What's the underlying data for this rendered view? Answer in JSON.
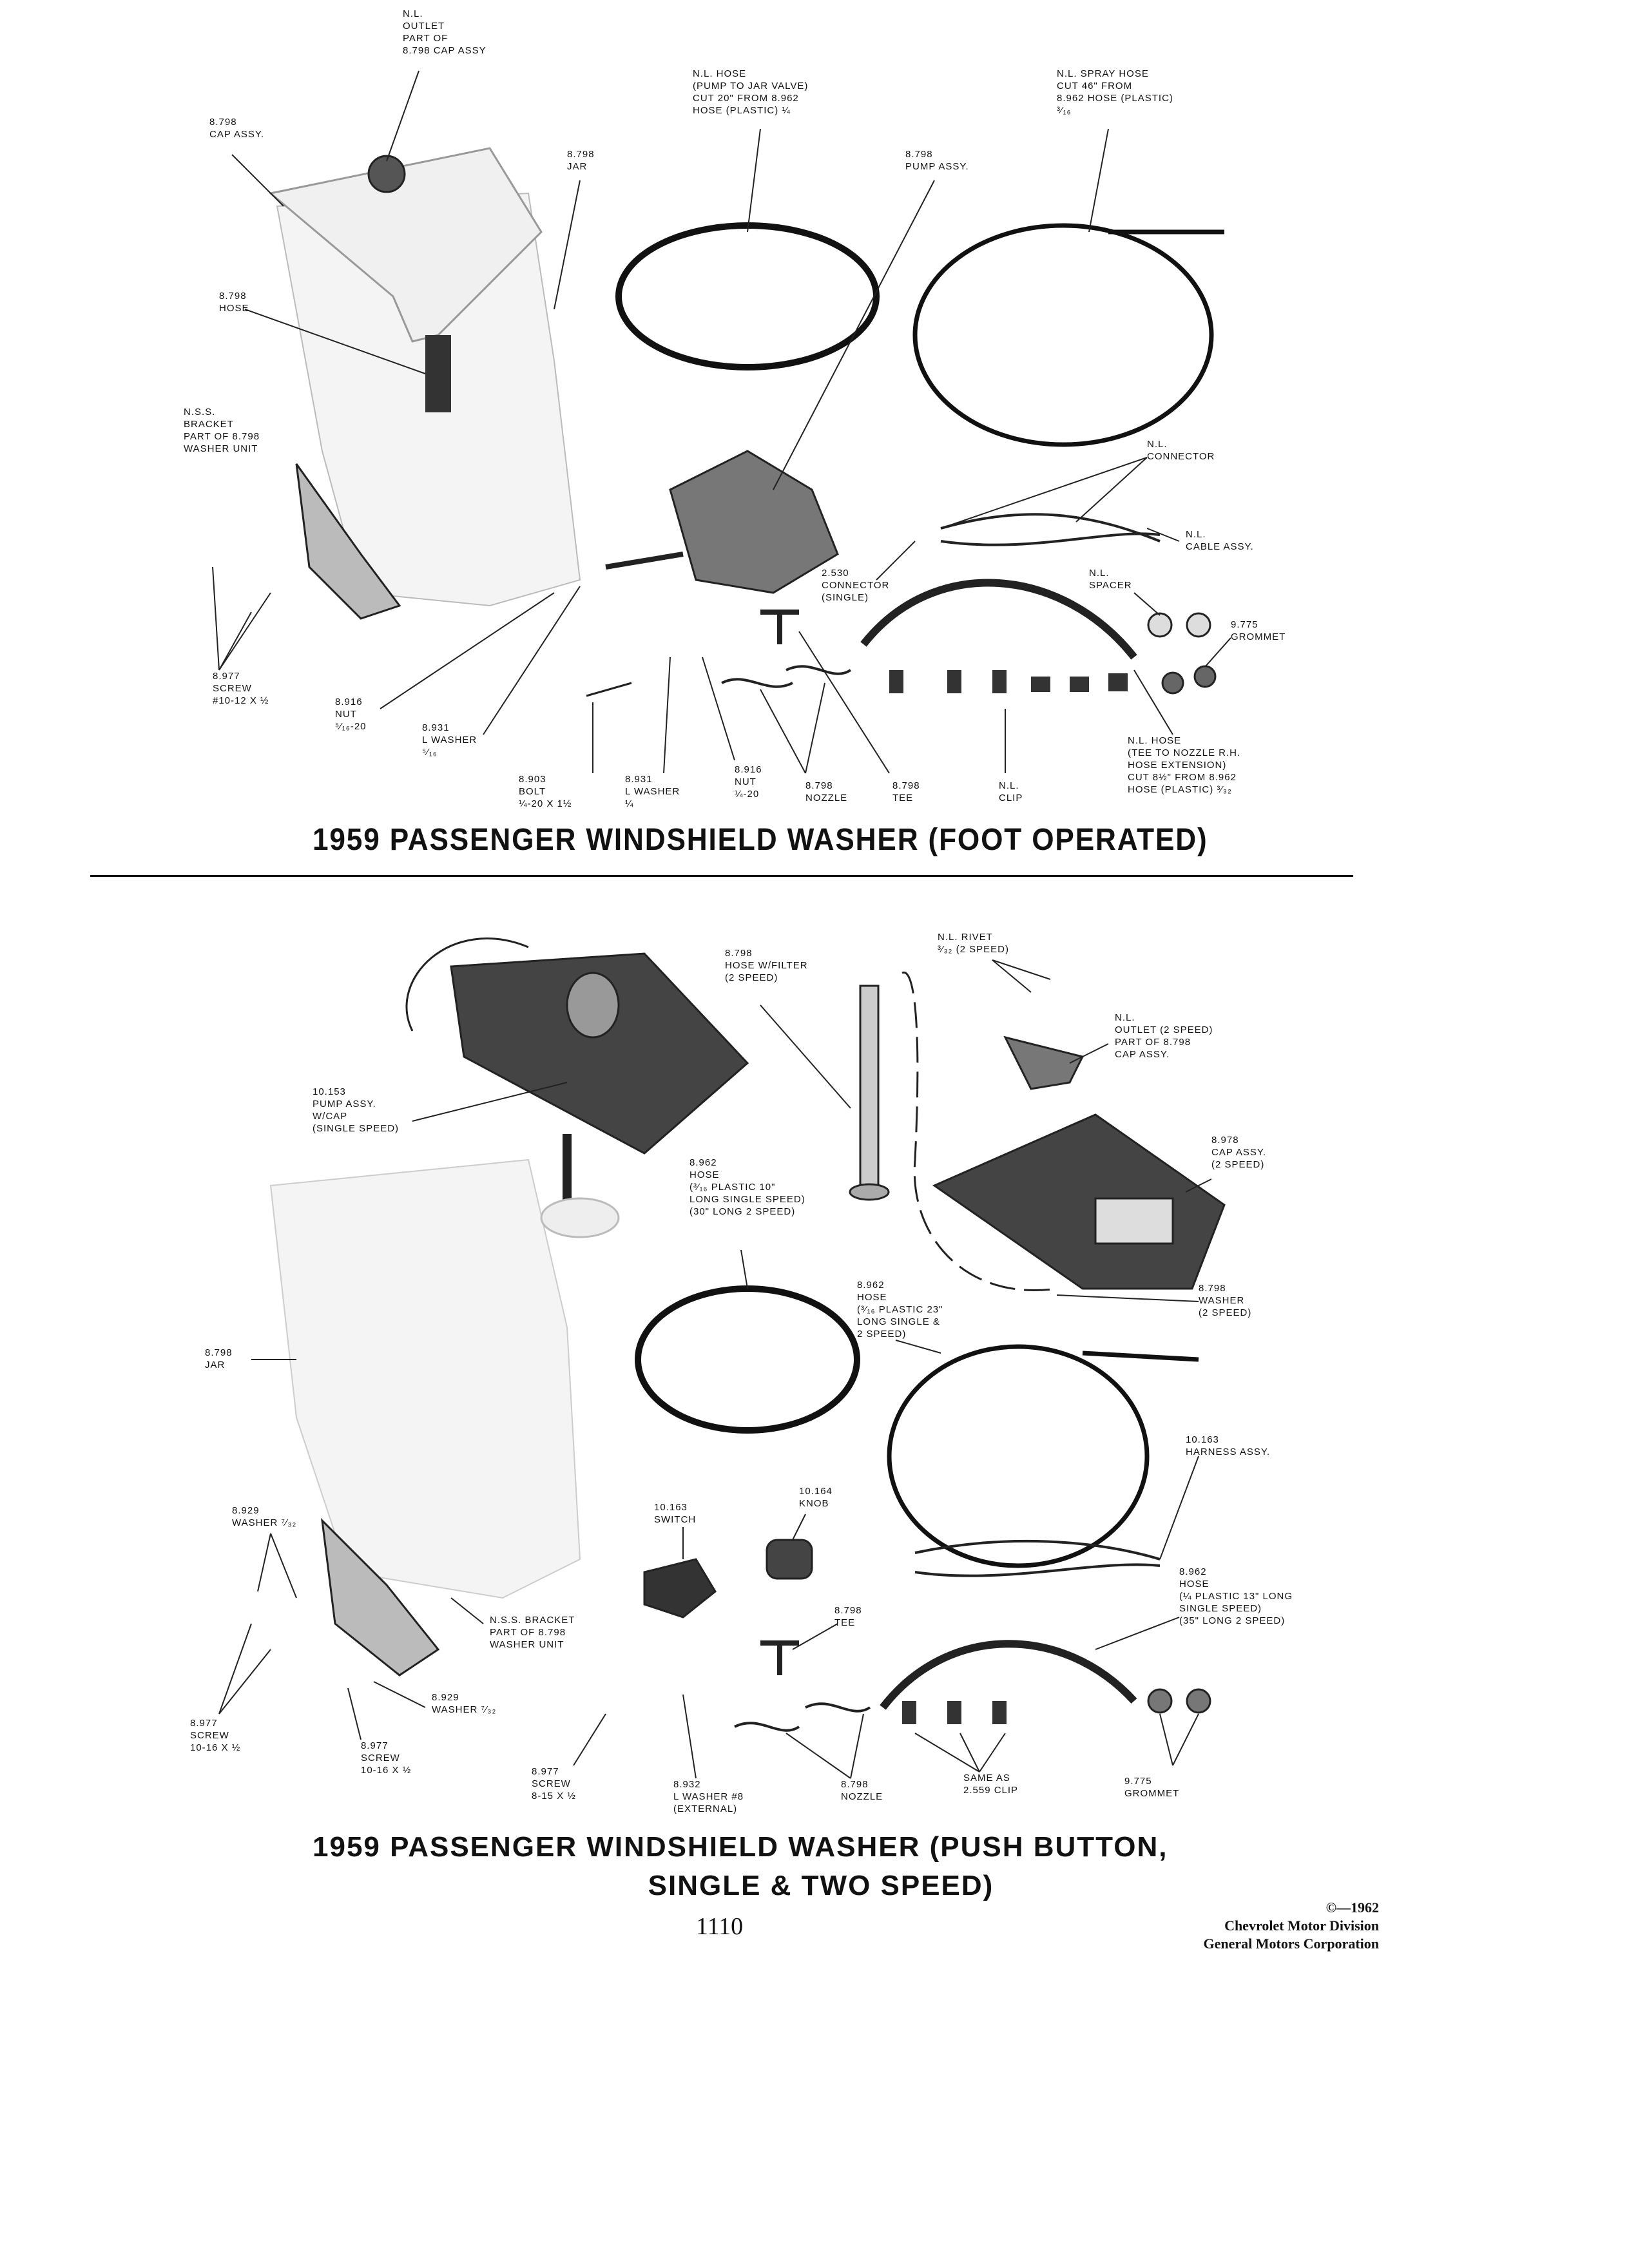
{
  "section1": {
    "title": "1959 PASSENGER WINDSHIELD WASHER (FOOT OPERATED)",
    "callouts": {
      "outlet": "N.L.\nOUTLET\nPART OF\n8.798 CAP ASSY",
      "cap_assy": "8.798\nCAP ASSY.",
      "jar": "8.798\nJAR",
      "hose_pump_jar": "N.L. HOSE\n(PUMP TO JAR VALVE)\nCUT 20\" FROM 8.962\nHOSE (PLASTIC) ¼",
      "spray_hose": "N.L. SPRAY HOSE\nCUT 46\" FROM\n8.962 HOSE (PLASTIC)\n³⁄₁₆",
      "pump_assy": "8.798\nPUMP ASSY.",
      "hose": "8.798\nHOSE",
      "bracket": "N.S.S.\nBRACKET\nPART OF 8.798\nWASHER UNIT",
      "connector_nl": "N.L.\nCONNECTOR",
      "cable_assy": "N.L.\nCABLE ASSY.",
      "connector_single": "2.530\nCONNECTOR\n(SINGLE)",
      "spacer": "N.L.\nSPACER",
      "grommet": "9.775\nGROMMET",
      "screw": "8.977\nSCREW\n#10-12 x ½",
      "nut_516": "8.916\nNUT\n⁵⁄₁₆-20",
      "l_washer_516": "8.931\nL WASHER\n⁵⁄₁₆",
      "bolt": "8.903\nBOLT\n¼-20 x 1½",
      "l_washer_14": "8.931\nL WASHER\n¼",
      "nut_14": "8.916\nNUT\n¼-20",
      "nozzle": "8.798\nNOZZLE",
      "tee": "8.798\nTEE",
      "clip": "N.L.\nCLIP",
      "hose_tee_nozzle": "N.L. HOSE\n(TEE TO NOZZLE R.H.\nHOSE EXTENSION)\nCUT 8½\" FROM 8.962\nHOSE (PLASTIC) ³⁄₃₂"
    }
  },
  "section2": {
    "title_line1": "1959 PASSENGER WINDSHIELD WASHER (PUSH BUTTON,",
    "title_line2": "SINGLE & TWO SPEED)",
    "callouts": {
      "hose_filter": "8.798\nHOSE W/FILTER\n(2 SPEED)",
      "rivet": "N.L. RIVET\n³⁄₃₂ (2 SPEED)",
      "outlet_2speed": "N.L.\nOUTLET (2 SPEED)\nPART OF 8.798\nCAP ASSY.",
      "pump_cap": "10.153\nPUMP ASSY.\nW/CAP\n(SINGLE SPEED)",
      "hose_10": "8.962\nHOSE\n(³⁄₁₆ PLASTIC 10\"\nLONG SINGLE SPEED)\n(30\" LONG 2 SPEED)",
      "cap_2speed": "8.978\nCAP ASSY.\n(2 SPEED)",
      "hose_23": "8.962\nHOSE\n(³⁄₁₆ PLASTIC 23\"\nLONG SINGLE &\n2 SPEED)",
      "washer_2speed": "8.798\nWASHER\n(2 SPEED)",
      "jar": "8.798\nJAR",
      "harness": "10.163\nHARNESS ASSY.",
      "switch": "10.163\nSWITCH",
      "knob": "10.164\nKNOB",
      "washer_732": "8.929\nWASHER ⁷⁄₃₂",
      "hose_13": "8.962\nHOSE\n(¼ PLASTIC 13\" LONG\nSINGLE SPEED)\n(35\" LONG 2 SPEED)",
      "bracket": "N.S.S. BRACKET\nPART OF 8.798\nWASHER UNIT",
      "tee": "8.798\nTEE",
      "washer_732b": "8.929\nWASHER ⁷⁄₃₂",
      "screw_a": "8.977\nSCREW\n10-16 x ½",
      "screw_b": "8.977\nSCREW\n10-16 x ½",
      "screw_c": "8.977\nSCREW\n8-15 x ½",
      "l_washer_8": "8.932\nL WASHER #8\n(EXTERNAL)",
      "nozzle": "8.798\nNOZZLE",
      "clip": "SAME AS\n2.559 CLIP",
      "grommet": "9.775\nGROMMET"
    }
  },
  "footer": {
    "page_number": "1110",
    "copyright": "©—1962",
    "division": "Chevrolet Motor Division",
    "corporation": "General Motors Corporation"
  }
}
